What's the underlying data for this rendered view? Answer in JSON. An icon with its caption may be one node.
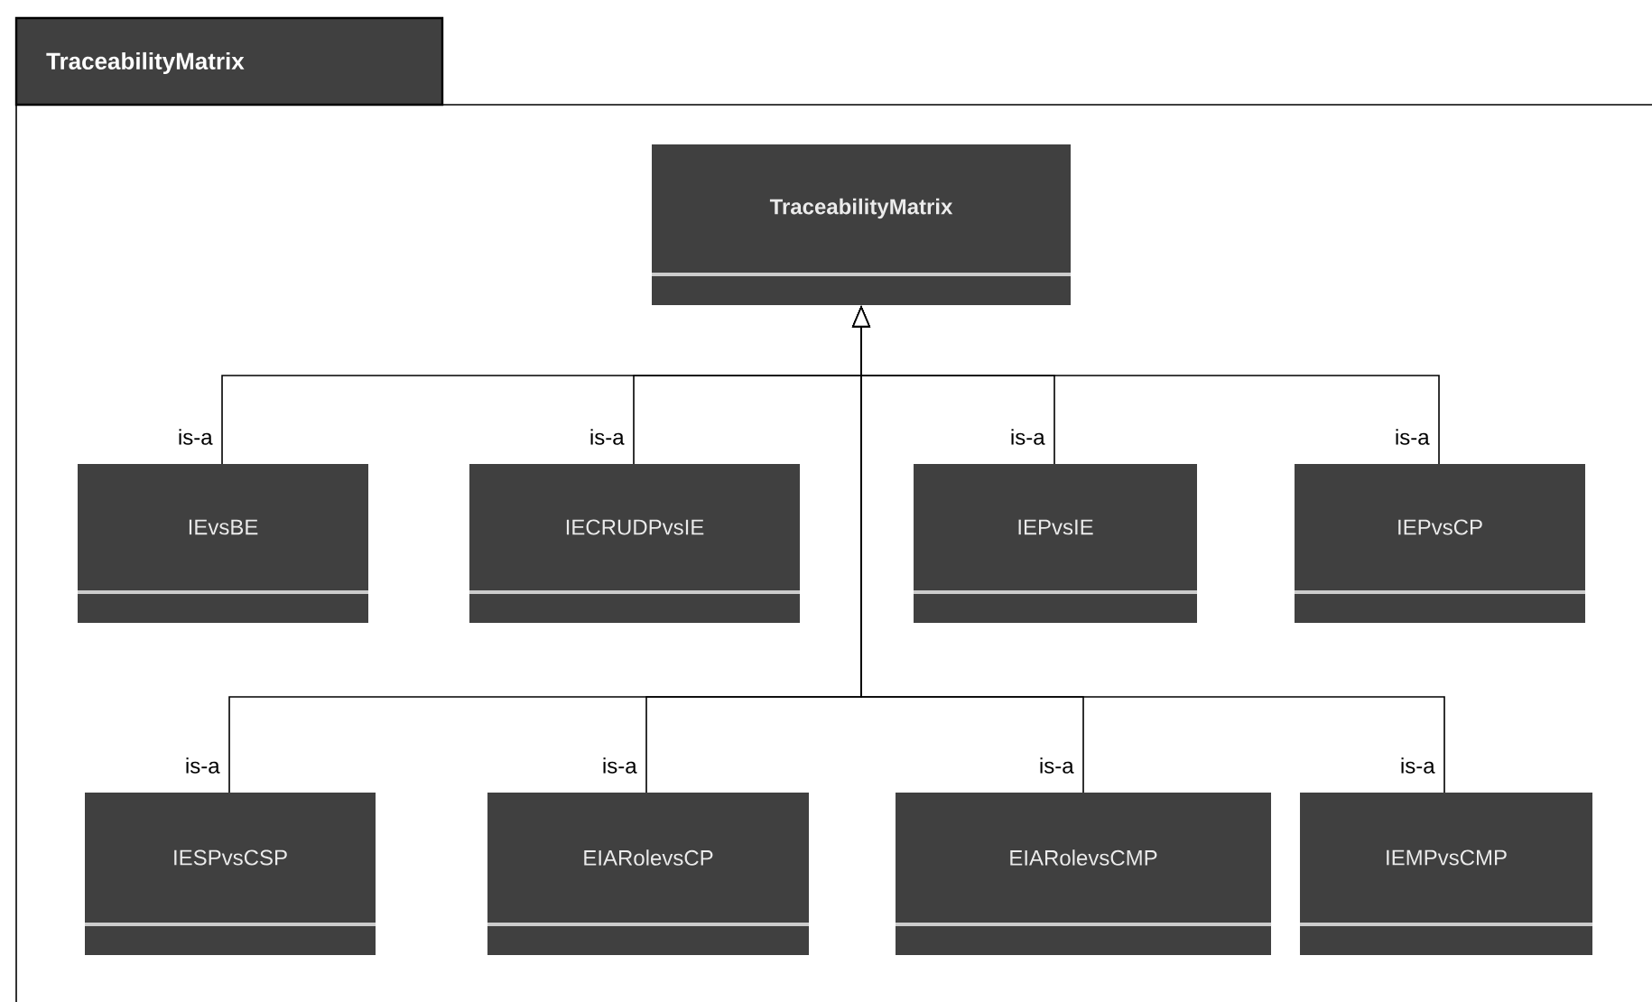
{
  "diagram": {
    "nodes": [
      {
        "text": [
          "TraceabilityMatrix"
        ]
      },
      {
        "text": [
          "TraceabilityMatrix"
        ],
        "in": 0
      },
      {
        "text": [
          "IEvsBE"
        ],
        "in": 0
      },
      {
        "text": [
          "IECRUDPvsIE"
        ],
        "in": 0
      },
      {
        "text": [
          "IEPvsIE"
        ],
        "in": 0
      },
      {
        "text": [
          "IEPvsCP"
        ],
        "in": 0
      },
      {
        "text": [
          "IESPvsCSP"
        ],
        "in": 0
      },
      {
        "text": [
          "EIARolevsCP"
        ],
        "in": 0
      },
      {
        "text": [
          "EIARolevsCMP"
        ],
        "in": 0
      },
      {
        "text": [
          "IEMPvsCMP"
        ],
        "in": 0
      }
    ],
    "edges": [
      {
        "from": 2,
        "to": 1,
        "arrow": "to",
        "label": "is-a"
      },
      {
        "from": 3,
        "to": 1,
        "arrow": "to",
        "label": "is-a"
      },
      {
        "from": 4,
        "to": 1,
        "arrow": "to",
        "label": "is-a"
      },
      {
        "from": 5,
        "to": 1,
        "arrow": "to",
        "label": "is-a"
      },
      {
        "from": 6,
        "to": 1,
        "arrow": "to",
        "label": "is-a"
      },
      {
        "from": 7,
        "to": 1,
        "arrow": "to",
        "label": "is-a"
      },
      {
        "from": 8,
        "to": 1,
        "arrow": "to",
        "label": "is-a"
      },
      {
        "from": 9,
        "to": 1,
        "arrow": "to",
        "label": "is-a"
      }
    ]
  }
}
